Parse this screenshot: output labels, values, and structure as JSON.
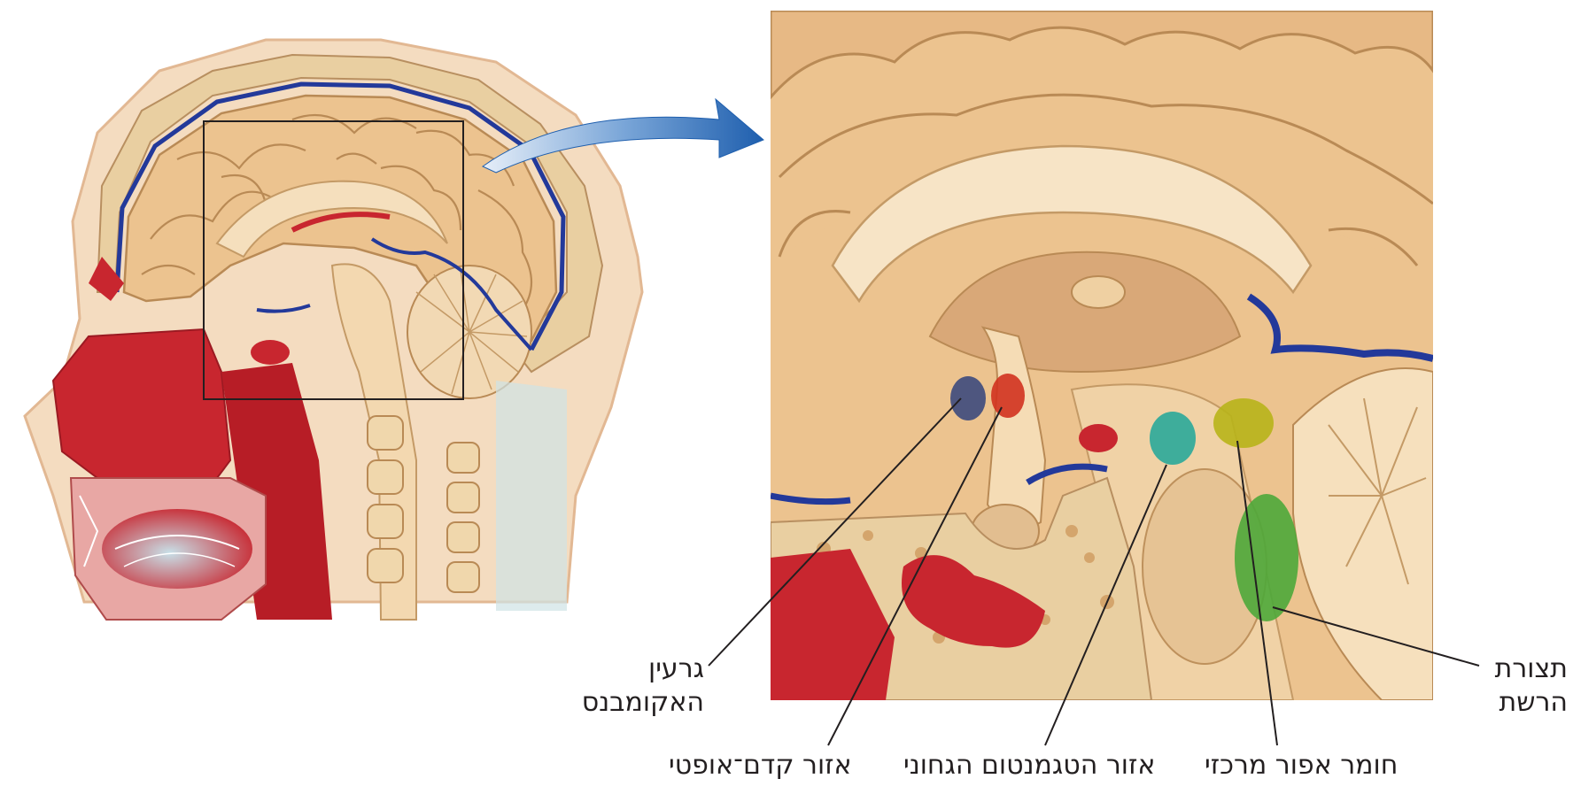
{
  "labels": {
    "nucleus_accumbens": {
      "line1": "גרעין",
      "line2": "האקומבנס"
    },
    "preoptic_area": "אזור קדם־אופטי",
    "ventral_tegmental_area": "אזור הטגמנטום הגחוני",
    "periaqueductal_gray": "חומר אפור מרכזי",
    "reticular_formation": {
      "line1": "תצורת",
      "line2": "הרשת"
    }
  },
  "colors": {
    "brain_tan": "#ecc38f",
    "gyrus_shadow": "#b98a55",
    "blood_red": "#c8262f",
    "vein_blue": "#23399a",
    "nucleus_accumbens_marker": "#3d4a7d",
    "preoptic_marker": "#d2321f",
    "vta_marker": "#2aa89a",
    "periaqueductal_marker": "#b8b41a",
    "reticular_marker": "#4ea93a",
    "arrow_blue": "#1f5fae"
  }
}
